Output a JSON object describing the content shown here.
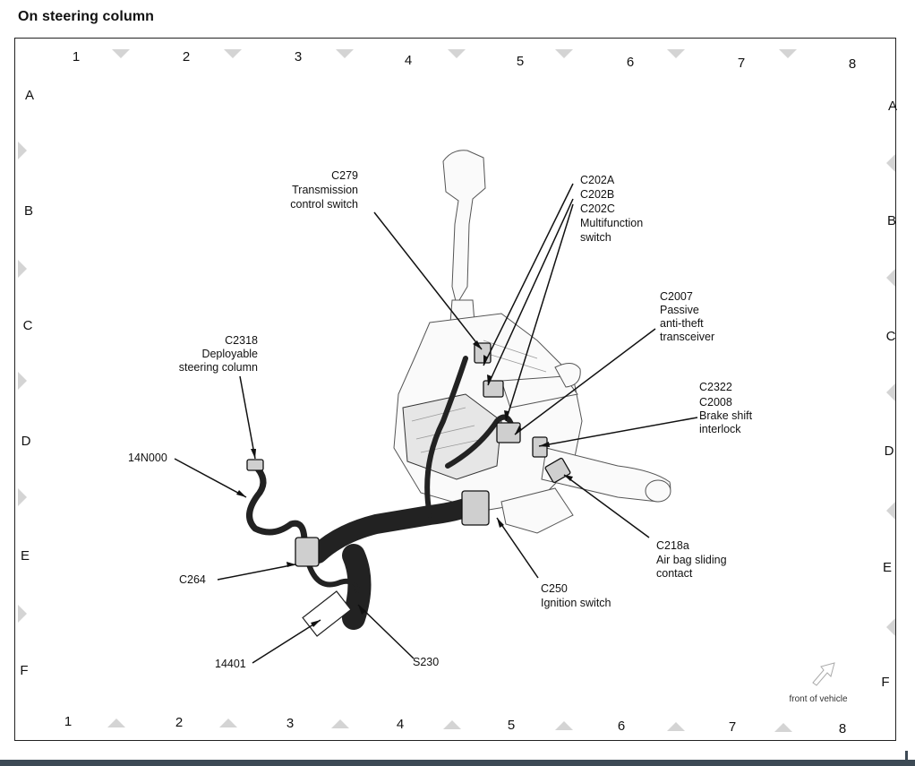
{
  "title": "On steering column",
  "grid": {
    "columns": [
      "1",
      "2",
      "3",
      "4",
      "5",
      "6",
      "7",
      "8"
    ],
    "rows": [
      "A",
      "B",
      "C",
      "D",
      "E",
      "F"
    ]
  },
  "callouts": {
    "c279": [
      "C279",
      "Transmission",
      "control switch"
    ],
    "c202": [
      "C202A",
      "C202B",
      "C202C",
      "Multifunction",
      "switch"
    ],
    "c2007": [
      "C2007",
      "Passive",
      "anti-theft",
      "transceiver"
    ],
    "c2318": [
      "C2318",
      "Deployable",
      "steering column"
    ],
    "c2322": [
      "C2322",
      "C2008",
      "Brake shift",
      "interlock"
    ],
    "n14n000": [
      "14N000"
    ],
    "c264": [
      "C264"
    ],
    "c218a": [
      "C218a",
      "Air bag sliding",
      "contact"
    ],
    "c250": [
      "C250",
      "Ignition switch"
    ],
    "n14401": [
      "14401"
    ],
    "s230": [
      "S230"
    ]
  },
  "orientation_label": "front of vehicle"
}
